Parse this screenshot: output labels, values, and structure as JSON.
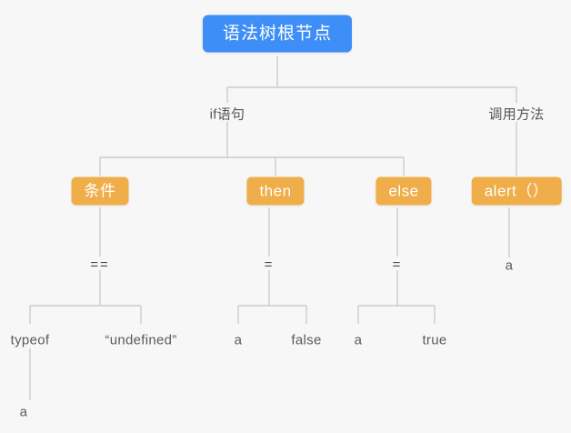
{
  "diagram": {
    "title": "语法树根节点",
    "background_color": "#f7f7f7",
    "root_color": "#3e8ef7",
    "box_color": "#efae4a",
    "edge_color": "#cccccc",
    "text_color": "#555555"
  },
  "nodes": {
    "root": "语法树根节点",
    "if_statement": "if语句",
    "call_method": "调用方法",
    "condition": "条件",
    "then": "then",
    "else": "else",
    "alert": "alert（）",
    "eq_eq": "==",
    "assign_then": "=",
    "assign_else": "=",
    "alert_arg": "a",
    "typeof": "typeof",
    "undefined_literal": "“undefined”",
    "then_var": "a",
    "then_value": "false",
    "else_var": "a",
    "else_value": "true",
    "typeof_operand": "a"
  },
  "edges": [
    {
      "from": "root",
      "to": "if_statement"
    },
    {
      "from": "root",
      "to": "call_method"
    },
    {
      "from": "if_statement",
      "to": "condition"
    },
    {
      "from": "if_statement",
      "to": "then"
    },
    {
      "from": "if_statement",
      "to": "else"
    },
    {
      "from": "call_method",
      "to": "alert"
    },
    {
      "from": "condition",
      "to": "eq_eq"
    },
    {
      "from": "then",
      "to": "assign_then"
    },
    {
      "from": "else",
      "to": "assign_else"
    },
    {
      "from": "alert",
      "to": "alert_arg"
    },
    {
      "from": "eq_eq",
      "to": "typeof"
    },
    {
      "from": "eq_eq",
      "to": "undefined_literal"
    },
    {
      "from": "assign_then",
      "to": "then_var"
    },
    {
      "from": "assign_then",
      "to": "then_value"
    },
    {
      "from": "assign_else",
      "to": "else_var"
    },
    {
      "from": "assign_else",
      "to": "else_value"
    },
    {
      "from": "typeof",
      "to": "typeof_operand"
    }
  ]
}
